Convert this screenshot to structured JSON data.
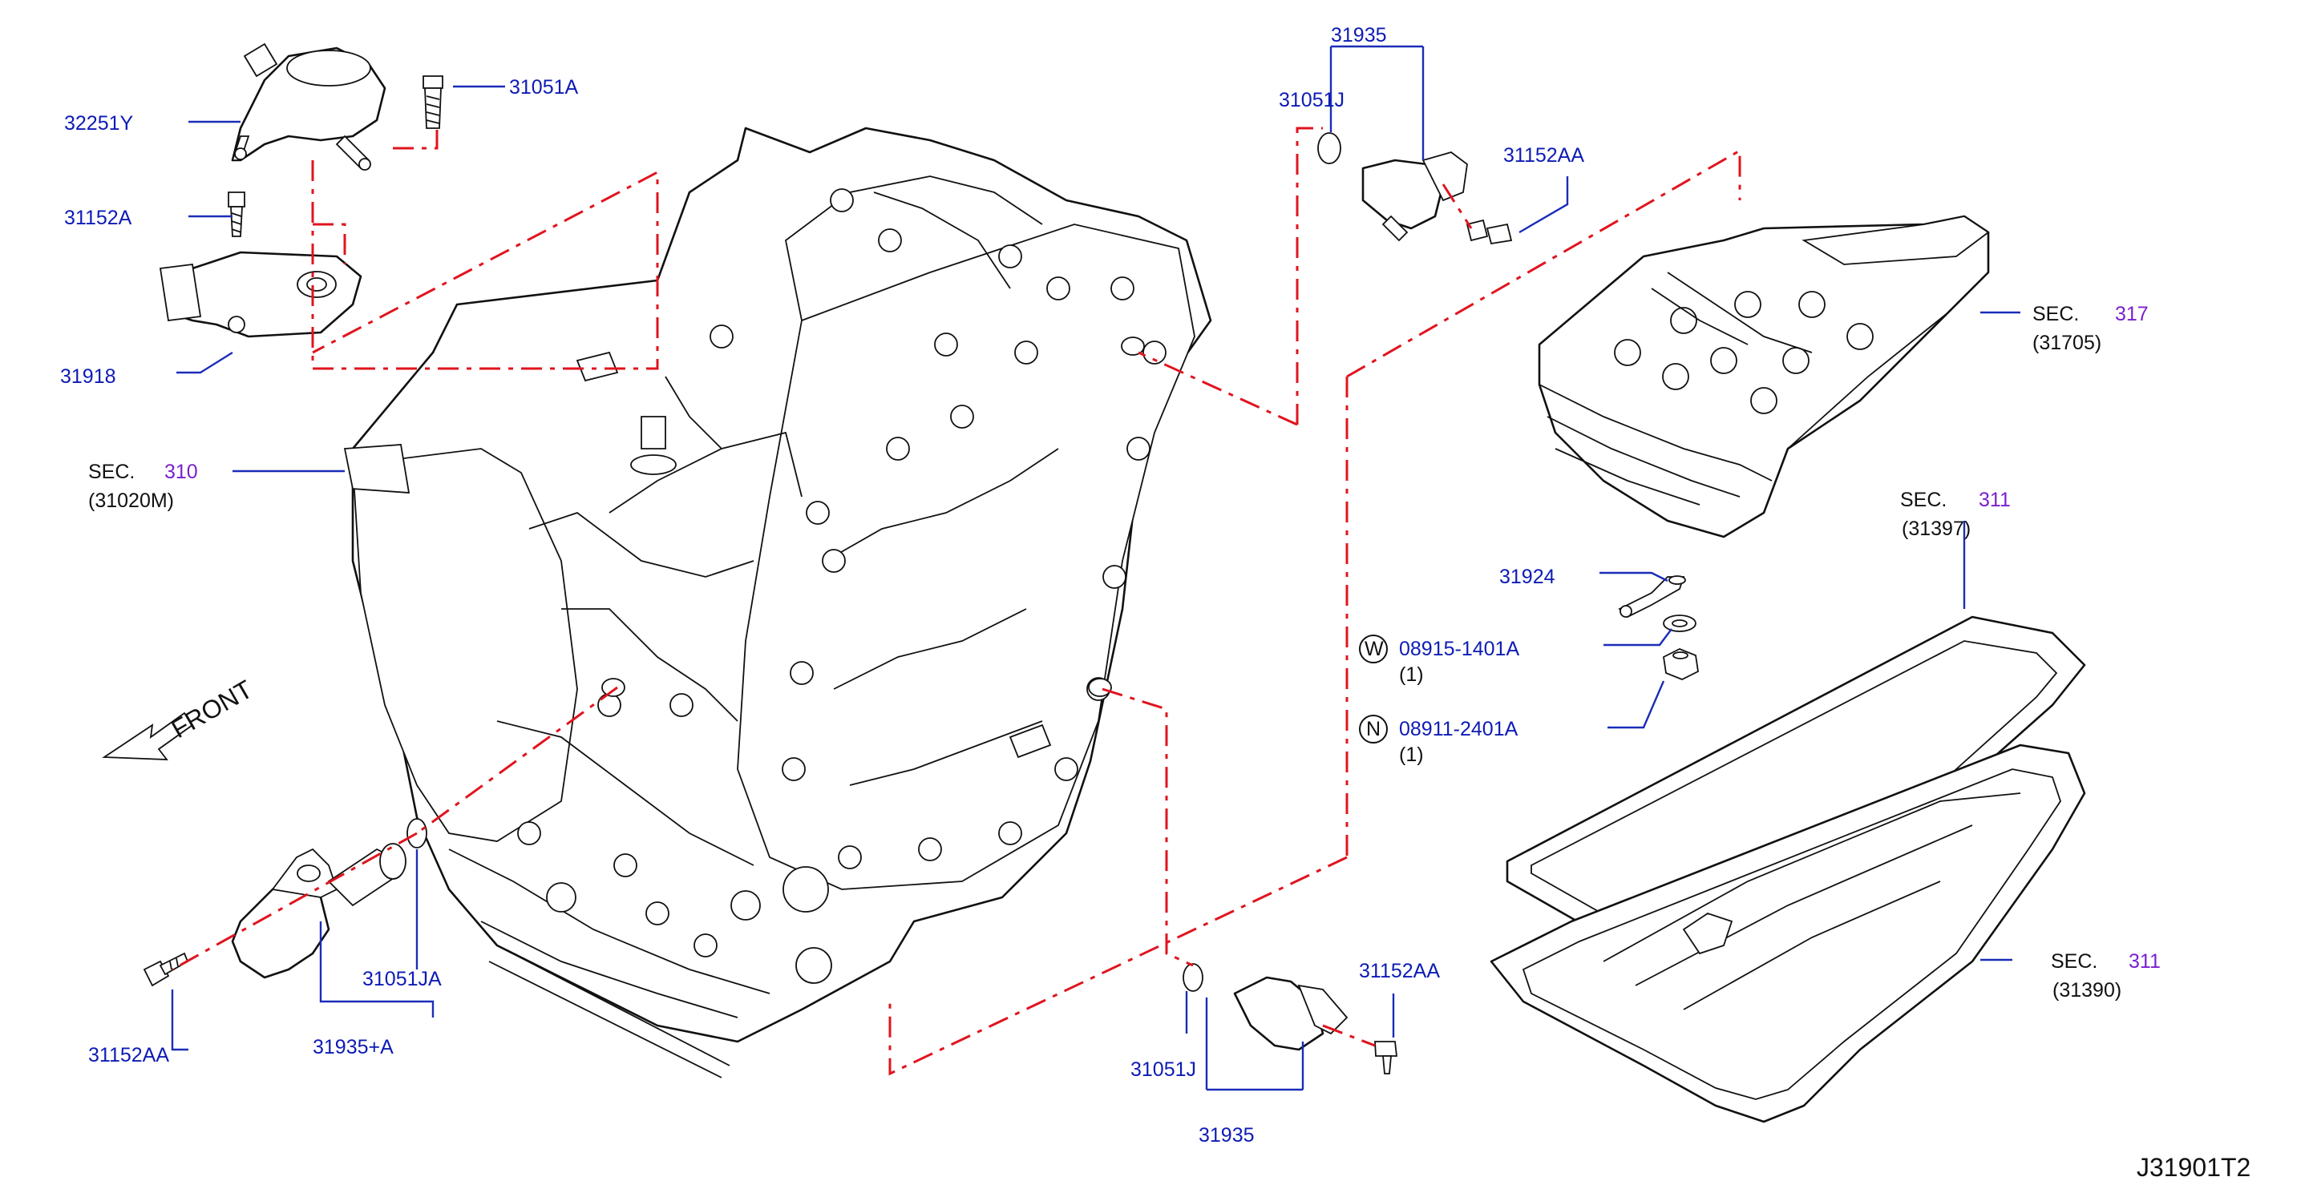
{
  "diagram_ref": "J31901T2",
  "front_label": "FRONT",
  "parts": {
    "p32251Y": "32251Y",
    "p31051A": "31051A",
    "p31152A": "31152A",
    "p31918": "31918",
    "sec310_prefix": "SEC.",
    "sec310_num": "310",
    "sec310_sub": "(31020M)",
    "p31935_top": "31935",
    "p31051J_top": "31051J",
    "p31152AA_top": "31152AA",
    "sec317_prefix": "SEC.",
    "sec317_num": "317",
    "sec317_sub": "(31705)",
    "sec311a_prefix": "SEC.",
    "sec311a_num": "311",
    "sec311a_sub": "(31397)",
    "p31924": "31924",
    "w_symbol": "W",
    "w_part": "08915-1401A",
    "w_qty": "(1)",
    "n_symbol": "N",
    "n_part": "08911-2401A",
    "n_qty": "(1)",
    "sec311b_prefix": "SEC.",
    "sec311b_num": "311",
    "sec311b_sub": "(31390)",
    "p31051JA": "31051JA",
    "p31935A": "31935+A",
    "p31152AA_left": "31152AA",
    "p31152AA_bottom": "31152AA",
    "p31051J_bottom": "31051J",
    "p31935_bottom": "31935"
  },
  "colors": {
    "label_blue": "#0d1bb5",
    "section_purple": "#7a1fd0",
    "dash_red": "#e0141e",
    "line_black": "#111111"
  }
}
